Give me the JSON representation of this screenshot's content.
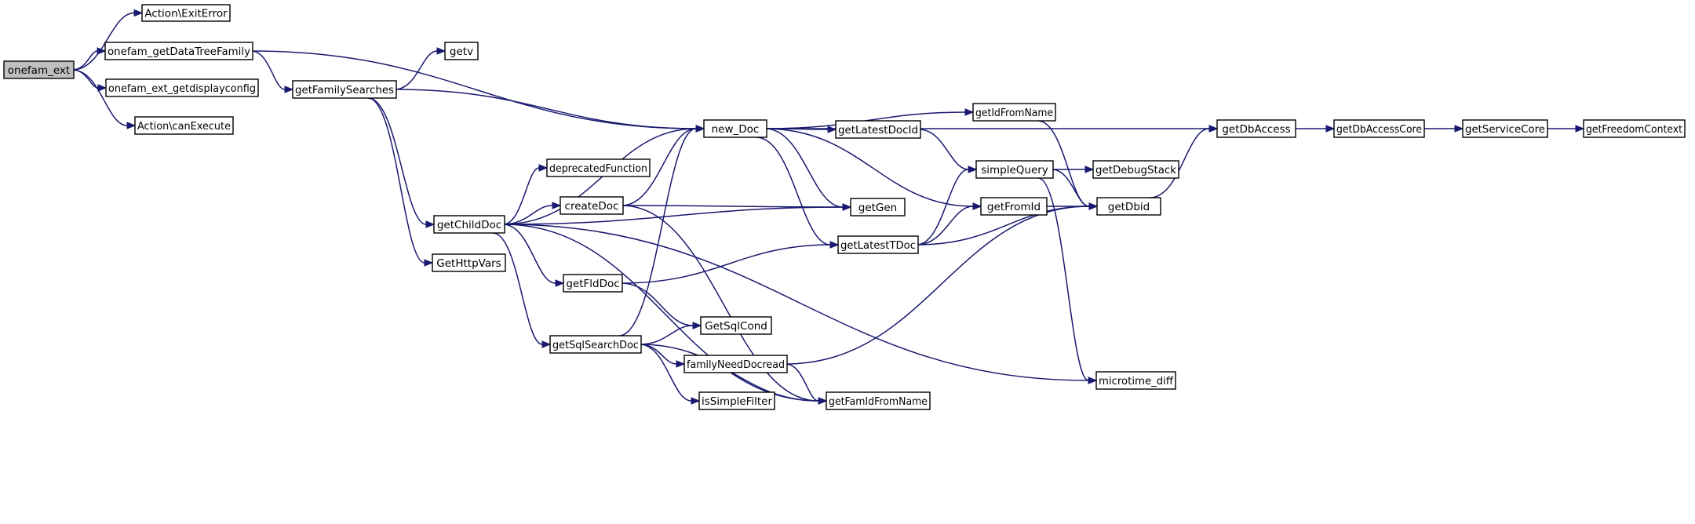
{
  "graph": {
    "colors": {
      "edge": "#191970",
      "node_border": "#000000",
      "root_fill": "#bfbfbf",
      "node_fill": "#ffffff"
    },
    "nodes": [
      {
        "id": "onefam_ext",
        "label": "onefam_ext",
        "root": true
      },
      {
        "id": "action_exiterror",
        "label": "Action\\ExitError"
      },
      {
        "id": "onefam_getdatatreefamily",
        "label": "onefam_getDataTreeFamily"
      },
      {
        "id": "onefam_ext_getdisplayconfig",
        "label": "onefam_ext_getdisplayconfig"
      },
      {
        "id": "action_canexecute",
        "label": "Action\\canExecute"
      },
      {
        "id": "getfamilysearches",
        "label": "getFamilySearches"
      },
      {
        "id": "getv",
        "label": "getv"
      },
      {
        "id": "getchilddoc",
        "label": "getChildDoc"
      },
      {
        "id": "gethttpvars",
        "label": "GetHttpVars"
      },
      {
        "id": "deprecatedfunction",
        "label": "deprecatedFunction"
      },
      {
        "id": "createdoc",
        "label": "createDoc"
      },
      {
        "id": "getflddoc",
        "label": "getFldDoc"
      },
      {
        "id": "getsqlsearchdoc",
        "label": "getSqlSearchDoc"
      },
      {
        "id": "new_doc",
        "label": "new_Doc"
      },
      {
        "id": "getsqlcond",
        "label": "GetSqlCond"
      },
      {
        "id": "familyneeddocread",
        "label": "familyNeedDocread"
      },
      {
        "id": "issimplefilter",
        "label": "isSimpleFilter"
      },
      {
        "id": "getlatestdocid",
        "label": "getLatestDocId"
      },
      {
        "id": "getgen",
        "label": "getGen"
      },
      {
        "id": "getlatesttdoc",
        "label": "getLatestTDoc"
      },
      {
        "id": "getfamidfromname",
        "label": "getFamIdFromName"
      },
      {
        "id": "getidfromname",
        "label": "getIdFromName"
      },
      {
        "id": "simplequery",
        "label": "simpleQuery"
      },
      {
        "id": "getfromid",
        "label": "getFromId"
      },
      {
        "id": "getdebugstack",
        "label": "getDebugStack"
      },
      {
        "id": "getdbid",
        "label": "getDbid"
      },
      {
        "id": "microtime_diff",
        "label": "microtime_diff"
      },
      {
        "id": "getdbaccess",
        "label": "getDbAccess"
      },
      {
        "id": "getdbaccesscore",
        "label": "getDbAccessCore"
      },
      {
        "id": "getservicecore",
        "label": "getServiceCore"
      },
      {
        "id": "getfreedomcontext",
        "label": "getFreedomContext"
      }
    ],
    "edges": [
      {
        "from": "onefam_ext",
        "to": "action_exiterror"
      },
      {
        "from": "onefam_ext",
        "to": "onefam_getdatatreefamily"
      },
      {
        "from": "onefam_ext",
        "to": "onefam_ext_getdisplayconfig"
      },
      {
        "from": "onefam_ext",
        "to": "action_canexecute"
      },
      {
        "from": "onefam_getdatatreefamily",
        "to": "getfamilysearches"
      },
      {
        "from": "onefam_getdatatreefamily",
        "to": "new_doc"
      },
      {
        "from": "getfamilysearches",
        "to": "getv"
      },
      {
        "from": "getfamilysearches",
        "to": "new_doc"
      },
      {
        "from": "getfamilysearches",
        "to": "getchilddoc"
      },
      {
        "from": "getfamilysearches",
        "to": "gethttpvars"
      },
      {
        "from": "getchilddoc",
        "to": "new_doc"
      },
      {
        "from": "getchilddoc",
        "to": "deprecatedfunction"
      },
      {
        "from": "getchilddoc",
        "to": "createdoc"
      },
      {
        "from": "getchilddoc",
        "to": "getgen"
      },
      {
        "from": "getchilddoc",
        "to": "getflddoc"
      },
      {
        "from": "getchilddoc",
        "to": "getsqlsearchdoc"
      },
      {
        "from": "getchilddoc",
        "to": "getfamidfromname"
      },
      {
        "from": "getchilddoc",
        "to": "microtime_diff"
      },
      {
        "from": "createdoc",
        "to": "new_doc"
      },
      {
        "from": "createdoc",
        "to": "getgen"
      },
      {
        "from": "createdoc",
        "to": "getfamidfromname"
      },
      {
        "from": "getflddoc",
        "to": "getlatesttdoc"
      },
      {
        "from": "getflddoc",
        "to": "getsqlcond"
      },
      {
        "from": "getsqlsearchdoc",
        "to": "new_doc"
      },
      {
        "from": "getsqlsearchdoc",
        "to": "getsqlcond"
      },
      {
        "from": "getsqlsearchdoc",
        "to": "familyneeddocread"
      },
      {
        "from": "getsqlsearchdoc",
        "to": "issimplefilter"
      },
      {
        "from": "getsqlsearchdoc",
        "to": "getfamidfromname"
      },
      {
        "from": "familyneeddocread",
        "to": "getdbid"
      },
      {
        "from": "familyneeddocread",
        "to": "getfamidfromname"
      },
      {
        "from": "new_doc",
        "to": "getdbaccess"
      },
      {
        "from": "new_doc",
        "to": "getidfromname"
      },
      {
        "from": "new_doc",
        "to": "getlatestdocid"
      },
      {
        "from": "new_doc",
        "to": "getgen"
      },
      {
        "from": "new_doc",
        "to": "getfromid"
      },
      {
        "from": "new_doc",
        "to": "getlatesttdoc"
      },
      {
        "from": "getlatestdocid",
        "to": "simplequery"
      },
      {
        "from": "getlatesttdoc",
        "to": "simplequery"
      },
      {
        "from": "getlatesttdoc",
        "to": "getfromid"
      },
      {
        "from": "getlatesttdoc",
        "to": "getdbid"
      },
      {
        "from": "getidfromname",
        "to": "getdbid"
      },
      {
        "from": "simplequery",
        "to": "getdebugstack"
      },
      {
        "from": "simplequery",
        "to": "getdbid"
      },
      {
        "from": "simplequery",
        "to": "microtime_diff"
      },
      {
        "from": "getfromid",
        "to": "getdbid"
      },
      {
        "from": "getdbid",
        "to": "getdbaccess"
      },
      {
        "from": "getdbaccess",
        "to": "getdbaccesscore"
      },
      {
        "from": "getdbaccesscore",
        "to": "getservicecore"
      },
      {
        "from": "getservicecore",
        "to": "getfreedomcontext"
      }
    ]
  }
}
